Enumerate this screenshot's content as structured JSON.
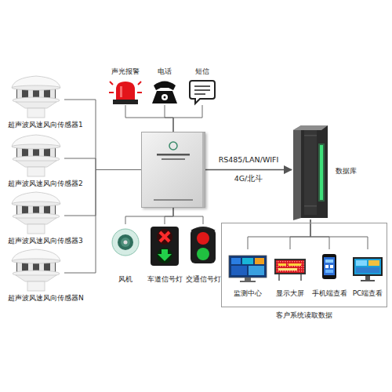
{
  "diagram": {
    "nodes": [
      {
        "text": [
          "超声波风速风向传感器1"
        ]
      },
      {
        "text": [
          "超声波风速风向传感器2"
        ]
      },
      {
        "text": [
          "超声波风速风向传感器3"
        ]
      },
      {
        "text": [
          "超声波风速风向传感器N"
        ]
      },
      {
        "text": [
          "声光报警"
        ]
      },
      {
        "text": [
          "电话"
        ]
      },
      {
        "text": [
          "短信"
        ]
      },
      {
        "text": []
      },
      {
        "text": [
          "风机"
        ]
      },
      {
        "text": [
          "车道信号灯"
        ]
      },
      {
        "text": [
          "交通信号灯"
        ]
      },
      {
        "text": [
          "数据库"
        ]
      },
      {
        "text": [
          "客户系统读取数据"
        ]
      },
      {
        "text": [
          "监测中心"
        ],
        "in": 12
      },
      {
        "text": [
          "显示大屏"
        ],
        "in": 12
      },
      {
        "text": [
          "手机端查看"
        ],
        "in": 12
      },
      {
        "text": [
          "PC端查看"
        ],
        "in": 12
      }
    ],
    "edges": [
      {
        "from": 0,
        "to": 7,
        "arrow": "none"
      },
      {
        "from": 1,
        "to": 7,
        "arrow": "none"
      },
      {
        "from": 2,
        "to": 7,
        "arrow": "none"
      },
      {
        "from": 3,
        "to": 7,
        "arrow": "none"
      },
      {
        "from": 7,
        "to": 4,
        "arrow": "none"
      },
      {
        "from": 7,
        "to": 5,
        "arrow": "none"
      },
      {
        "from": 7,
        "to": 6,
        "arrow": "none"
      },
      {
        "from": 7,
        "to": 8,
        "arrow": "none"
      },
      {
        "from": 7,
        "to": 9,
        "arrow": "none"
      },
      {
        "from": 7,
        "to": 10,
        "arrow": "none"
      },
      {
        "from": 7,
        "to": 11,
        "label": "RS485/LAN/WIFI",
        "arrow": "to"
      },
      {
        "from": 11,
        "to": 13,
        "arrow": "none"
      },
      {
        "from": 11,
        "to": 14,
        "arrow": "none"
      },
      {
        "from": 11,
        "to": 15,
        "arrow": "none"
      },
      {
        "from": 11,
        "to": 16,
        "arrow": "none"
      }
    ],
    "labels": [
      "4G/北斗"
    ]
  }
}
